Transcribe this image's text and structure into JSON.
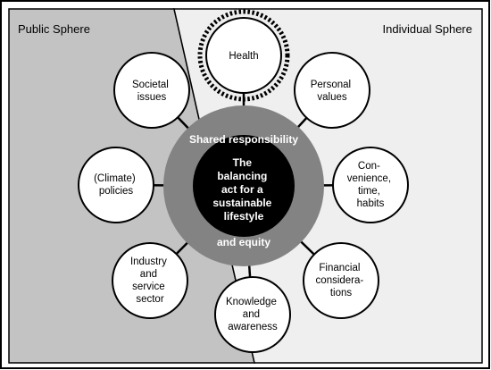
{
  "spheres": {
    "public_label": "Public Sphere",
    "individual_label": "Individual Sphere"
  },
  "ring": {
    "top_label": "Shared responsibility",
    "bottom_label": "and equity"
  },
  "core": {
    "lines": [
      "The",
      "balancing",
      "act for a",
      "sustainable",
      "lifestyle"
    ]
  },
  "nodes": {
    "health": [
      "Health"
    ],
    "personal_values": [
      "Personal",
      "values"
    ],
    "convenience": [
      "Con-",
      "venience,",
      "time,",
      "habits"
    ],
    "financial": [
      "Financial",
      "considera-",
      "tions"
    ],
    "knowledge": [
      "Knowledge",
      "and",
      "awareness"
    ],
    "industry": [
      "Industry",
      "and",
      "service",
      "sector"
    ],
    "policies": [
      "(Climate)",
      "policies"
    ],
    "societal": [
      "Societal",
      "issues"
    ]
  }
}
